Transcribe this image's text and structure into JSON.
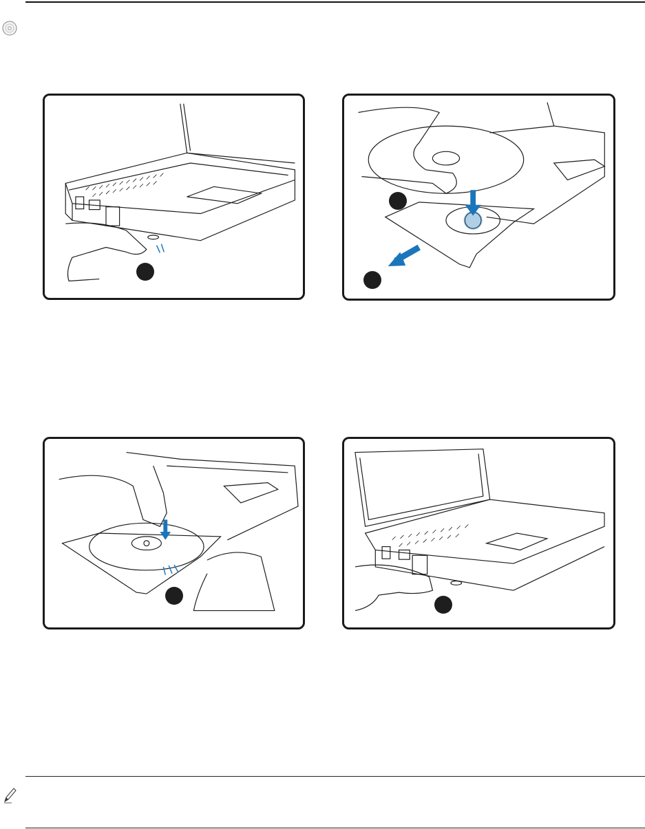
{
  "page": {
    "step_labels": [
      "",
      "",
      "",
      "",
      ""
    ]
  },
  "icons": {
    "disc": "optical-disc-icon",
    "note": "pencil-note-icon"
  },
  "colors": {
    "accent_blue": "#1b75bb",
    "line": "#1a1a1a",
    "frame_gray": "#d9d9d9"
  },
  "figures": [
    {
      "name": "press-eject-button",
      "step": ""
    },
    {
      "name": "pull-tray-insert-disc",
      "steps": [
        "",
        ""
      ]
    },
    {
      "name": "press-disc-onto-hub",
      "step": ""
    },
    {
      "name": "push-tray-closed",
      "step": ""
    }
  ]
}
